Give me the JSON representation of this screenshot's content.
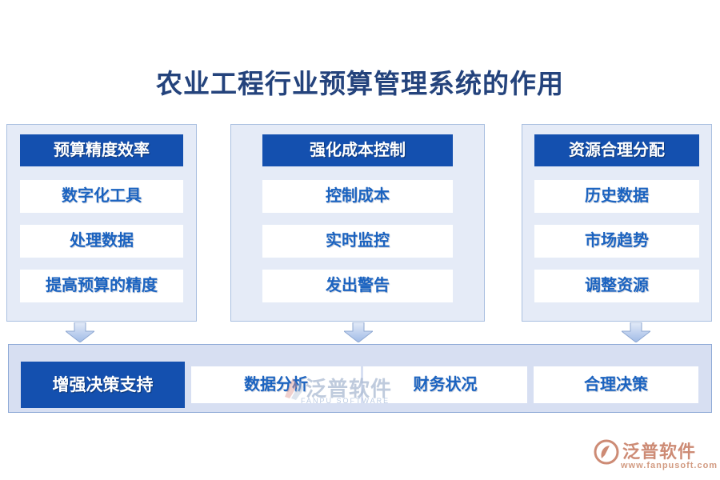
{
  "title": "农业工程行业预算管理系统的作用",
  "columns": [
    {
      "header": "预算精度效率",
      "items": [
        "数字化工具",
        "处理数据",
        "提高预算的精度"
      ]
    },
    {
      "header": "强化成本控制",
      "items": [
        "控制成本",
        "实时监控",
        "发出警告"
      ]
    },
    {
      "header": "资源合理分配",
      "items": [
        "历史数据",
        "市场趋势",
        "调整资源"
      ]
    }
  ],
  "bottom_row": {
    "highlight": "增强决策支持",
    "items": [
      "数据分析",
      "财务状况",
      "合理决策"
    ]
  },
  "watermark": {
    "brand": "泛普软件",
    "brand_en": "FANPU SOFTWARE"
  },
  "footer_logo": {
    "brand": "泛普软件",
    "website": "www.fanpusoft.com"
  },
  "colors": {
    "title_text": "#24437c",
    "panel_bg": "#e5ebf7",
    "panel_border": "#a9bfe0",
    "header_bg": "#1450af",
    "item_text": "#1b63c0",
    "bar_bg": "#d7dff2",
    "bar_border": "#8ea9d6",
    "arrow_fill_top": "#dde7f7",
    "arrow_fill_bottom": "#9fbae6",
    "logo_salmon": "#cd8b75"
  }
}
